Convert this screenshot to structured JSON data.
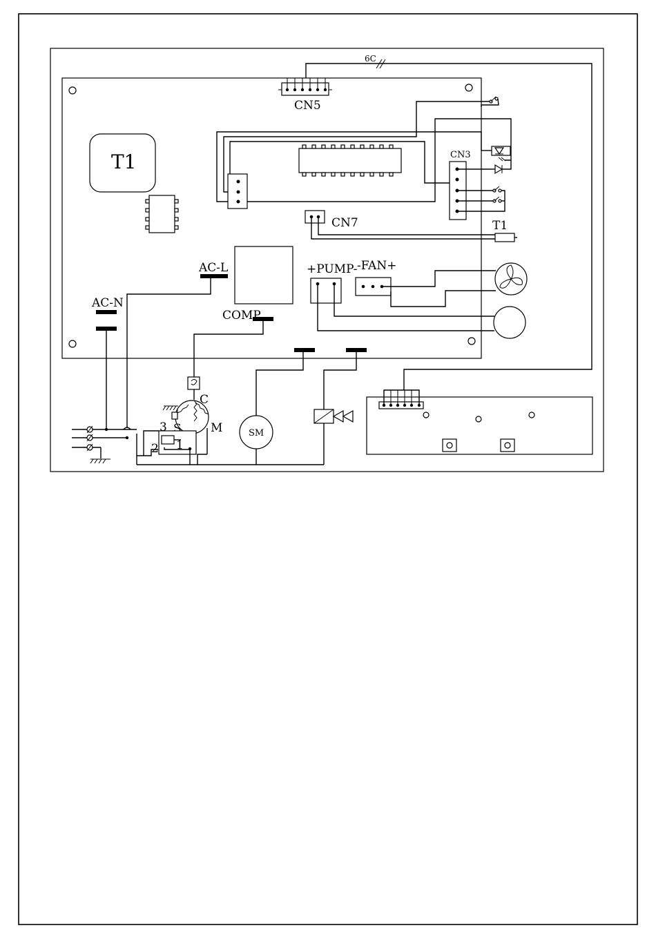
{
  "labels": {
    "wire_bundle": "6C",
    "cn5": "CN5",
    "transformer": "T1",
    "cn3": "CN3",
    "cn7": "CN7",
    "sensor": "T1",
    "ac_l": "AC-L",
    "ac_n": "AC-N",
    "comp": "COMP",
    "pump": "+PUMP-",
    "fan": "-FAN+",
    "comp_c": "C",
    "comp_s": "S",
    "comp_m": "M",
    "relay_3": "3",
    "relay_2": "2",
    "relay_1": "1",
    "sync_motor": "SM"
  }
}
